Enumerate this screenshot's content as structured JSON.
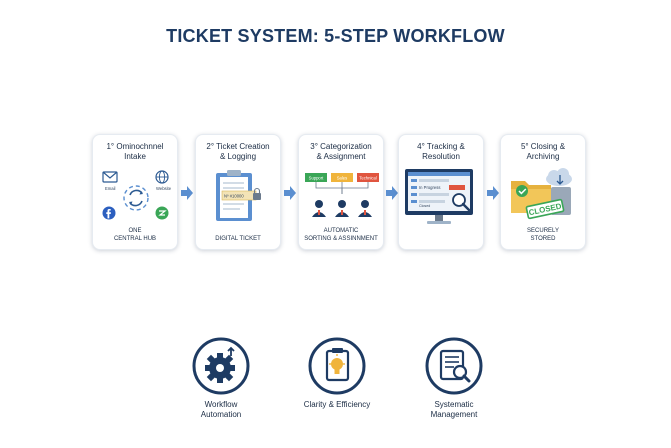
{
  "title": "TICKET SYSTEM: 5-STEP WORKFLOW",
  "steps": [
    {
      "title": "1° Ominochnnel\nIntake",
      "caption": "ONE\nCENTRAL HUB",
      "labels": {
        "email": "Email",
        "website": "Website"
      }
    },
    {
      "title": "2° Ticket Creation\n& Logging",
      "caption": "DIGITAL TICKET",
      "labels": {
        "ticket_no": "Nº #10000"
      }
    },
    {
      "title": "3° Categorization\n& Assignment",
      "caption": "AUTOMATIC\nSORTING & ASSINNMENT",
      "labels": {
        "support": "Support",
        "sales": "Sales",
        "technical": "Technical"
      }
    },
    {
      "title": "4° Tracking &\nResolution",
      "caption": "",
      "labels": {
        "in_progress": "In Progress",
        "closed": "Closed"
      }
    },
    {
      "title": "5° Closing &\nArchiving",
      "caption": "SECURELY\nSTORED",
      "labels": {
        "stamp": "CLOSED"
      }
    }
  ],
  "features": [
    {
      "label": "Workflow\nAutomation"
    },
    {
      "label": "Clarity & Efficiency"
    },
    {
      "label": "Systematic\nManagement"
    }
  ],
  "colors": {
    "navy": "#1e3b63",
    "arrow": "#5b8fd0",
    "support": "#3aa657",
    "sales": "#f0b43c",
    "technical": "#e0553f",
    "stamp": "#3aa657"
  }
}
